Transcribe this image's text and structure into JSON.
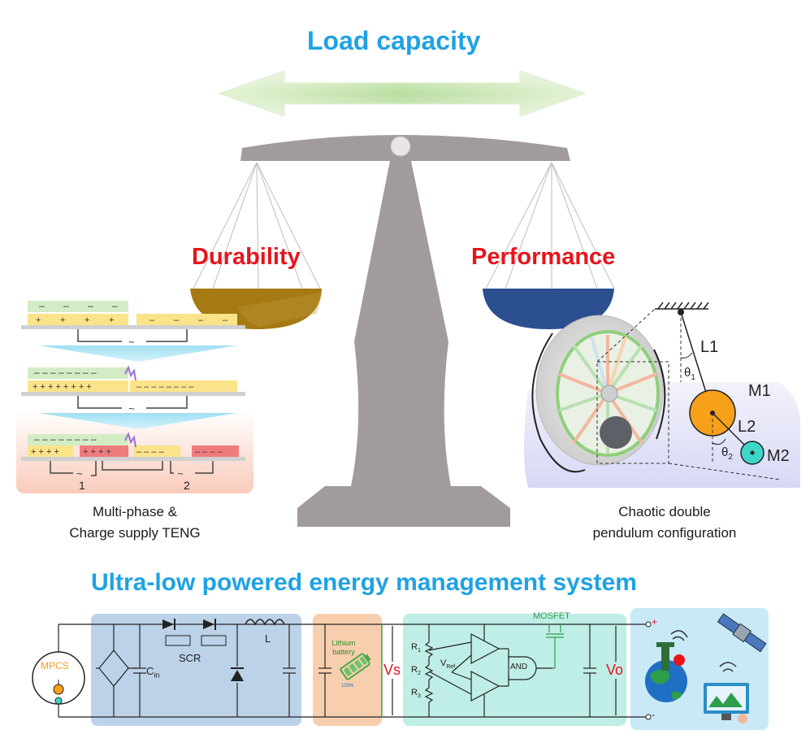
{
  "header": {
    "title": "Load capacity"
  },
  "balance": {
    "left_label": "Durability",
    "right_label": "Performance"
  },
  "left_panel": {
    "caption_line1": "Multi-phase &",
    "caption_line2": "Charge supply TENG",
    "phase_labels": [
      "1",
      "2"
    ]
  },
  "right_panel": {
    "caption_line1": "Chaotic double",
    "caption_line2": "pendulum configuration",
    "labels": {
      "l1": "L1",
      "l2": "L2",
      "m1": "M1",
      "m2": "M2",
      "theta1": "θ",
      "theta1_sub": "1",
      "theta2": "θ",
      "theta2_sub": "2"
    }
  },
  "circuit": {
    "title": "Ultra-low powered energy management system",
    "source_label": "MPCS",
    "cin_label": "C",
    "cin_sub": "in",
    "scr_label": "SCR",
    "inductor_label": "L",
    "battery_label_1": "Lithium",
    "battery_label_2": "battery",
    "battery_pct": "100%",
    "vs_label": "Vs",
    "r1_label": "R",
    "r1_sub": "1",
    "r2_label": "R",
    "r2_sub": "2",
    "r3_label": "R",
    "r3_sub": "3",
    "vref_label": "V",
    "vref_sub": "Ref",
    "and_label": "AND",
    "mosfet_label": "MOSFET",
    "vo_label": "Vo",
    "plus_label": "+",
    "minus_label": "-"
  },
  "colors": {
    "title_blue": "#1fa2e3",
    "label_red": "#e8141c",
    "scale_gray": "#a19c9b",
    "gold_pan": "#a57a13",
    "blue_pan": "#2b4f91",
    "converter_panel": "#bcd2e8",
    "battery_panel": "#f8cfae",
    "comparator_panel": "#bfeee6",
    "load_panel": "#c9e9f7"
  }
}
